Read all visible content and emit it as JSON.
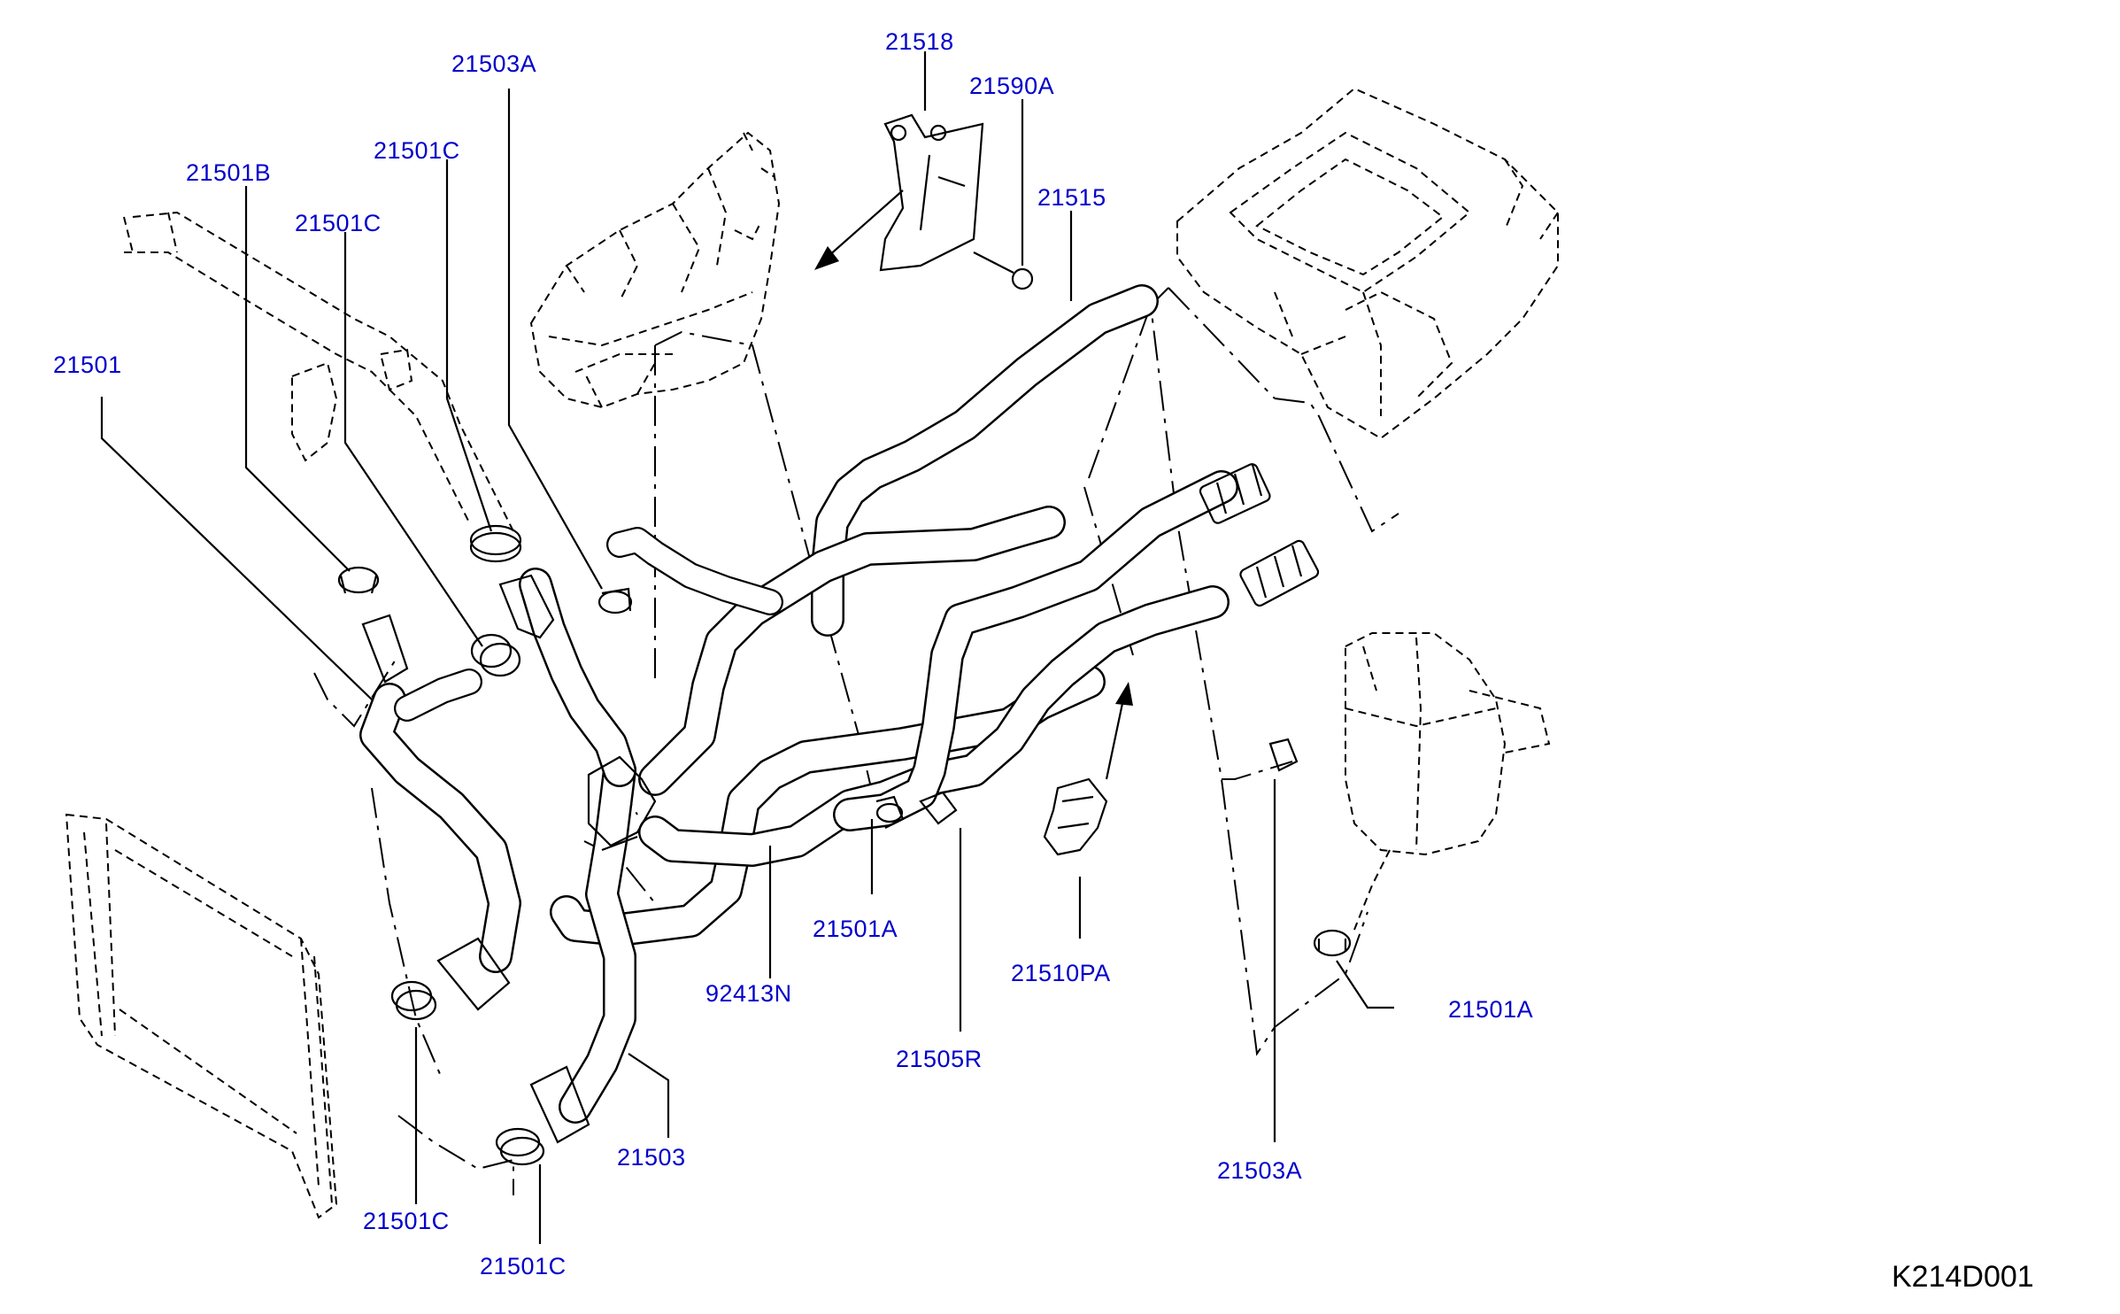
{
  "diagram_id": "K214D001",
  "parts": [
    {
      "id": "21518"
    },
    {
      "id": "21503A"
    },
    {
      "id": "21590A"
    },
    {
      "id": "21501C"
    },
    {
      "id": "21501B"
    },
    {
      "id": "21515"
    },
    {
      "id": "21501C"
    },
    {
      "id": "21501"
    },
    {
      "id": "21501A"
    },
    {
      "id": "21510PA"
    },
    {
      "id": "92413N"
    },
    {
      "id": "21501A"
    },
    {
      "id": "21505R"
    },
    {
      "id": "21503"
    },
    {
      "id": "21501C"
    },
    {
      "id": "21503A"
    },
    {
      "id": "21501C"
    }
  ]
}
